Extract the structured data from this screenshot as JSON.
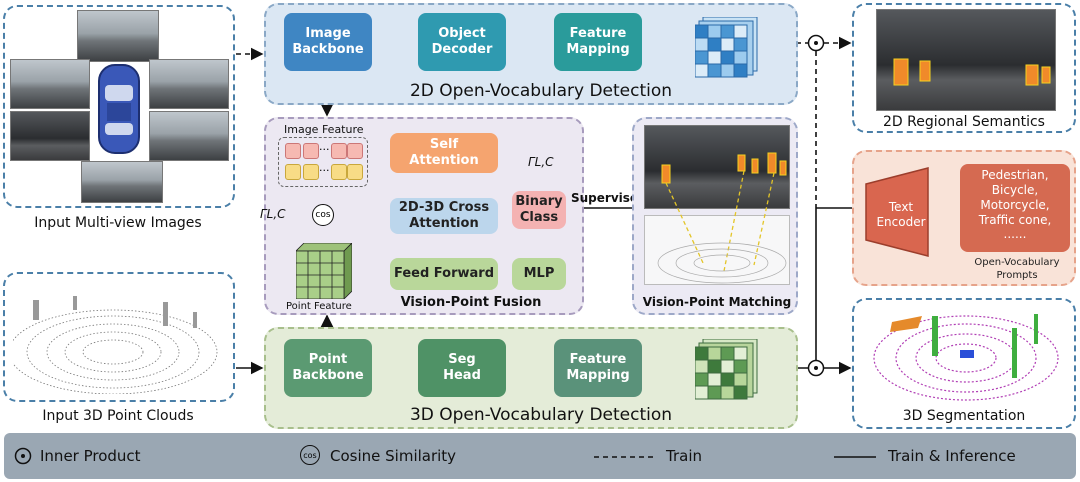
{
  "inputs": {
    "images_caption": "Input Multi-view Images",
    "points_caption": "Input 3D Point Clouds"
  },
  "top_panel": {
    "title": "2D Open-Vocabulary Detection",
    "image_backbone": "Image Backbone",
    "object_decoder": "Object Decoder",
    "feature_mapping": "Feature Mapping"
  },
  "fusion_panel": {
    "title": "Vision-Point Fusion",
    "image_feature_label": "Image Feature",
    "point_feature_label": "Point Feature",
    "self_attention": "Self Attention",
    "cross_attention": "2D-3D Cross Attention",
    "feed_forward": "Feed Forward",
    "mlp": "MLP",
    "binary_class": "Binary Class",
    "gamma_label": "ΓL,C",
    "cos_label": "cos",
    "supervise_label": "Supervise",
    "ellipsis": "..."
  },
  "matching": {
    "caption": "Vision-Point  Matching"
  },
  "bottom_panel": {
    "title": "3D Open-Vocabulary Detection",
    "point_backbone": "Point Backbone",
    "seg_head": "Seg Head",
    "feature_mapping": "Feature Mapping"
  },
  "outputs": {
    "regional_caption": "2D Regional Semantics",
    "segmentation_caption": "3D Segmentation",
    "text_encoder": "Text Encoder",
    "prompts": [
      "Pedestrian,",
      "Bicycle,",
      "Motorcycle,",
      "Traffic cone,",
      "......"
    ],
    "prompts_caption": "Open-Vocabulary Prompts"
  },
  "legend": {
    "inner_product": "Inner Product",
    "cosine_similarity": "Cosine Similarity",
    "train": "Train",
    "train_inference": "Train & Inference"
  },
  "colors": {
    "top_panel_bg": "#dbe7f3",
    "fusion_bg": "#ece8f2",
    "bottom_panel_bg": "#e4ecd8",
    "blue_block": "#3f86c3",
    "teal_block": "#2f9ab0",
    "green_block": "#5b9a72",
    "orange_block": "#f5a46f",
    "light_blue_block": "#bcd6ec",
    "light_green_block": "#b9d79a",
    "pink_block": "#f4b2b2",
    "text_encoder": "#d9664f",
    "prompt_bg": "#d56a51",
    "legend_bg": "#9aa7b3"
  }
}
